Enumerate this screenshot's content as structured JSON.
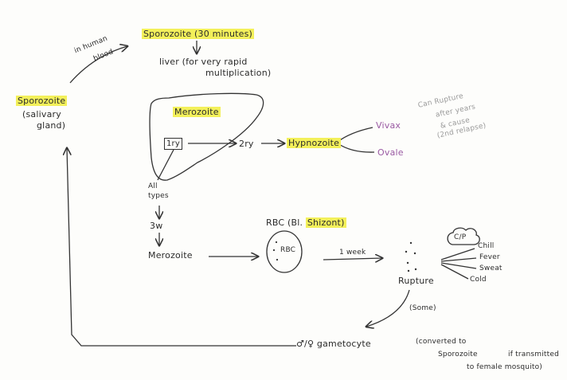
{
  "labels": {
    "sporozoite_top": "Sporozoite (30 minutes)",
    "in_human_blood_1": "in human",
    "in_human_blood_2": "blood",
    "liver_1": "liver (for very rapid",
    "liver_2": "multiplication)",
    "sporozoite_left": "Sporozoite",
    "salivary_1": "(salivary",
    "salivary_2": "gland)",
    "merozoite_in_liver": "Merozoite",
    "box_1ry": "1ry",
    "label_2ry": "2ry",
    "hypnozoite": "Hypnozoite",
    "vivax": "Vivax",
    "ovale": "Ovale",
    "can_rupture_1": "Can Rupture",
    "can_rupture_2": "after years",
    "can_rupture_3": "& cause",
    "can_rupture_4": "(2nd relapse)",
    "all_types_1": "All",
    "all_types_2": "types",
    "three_w": "3w",
    "merozoite_blood": "Merozoite",
    "rbc_title_prefix": "RBC (Bl.",
    "rbc_title_hl": "Shizont)",
    "rbc_inner": "RBC",
    "one_week": "1 week",
    "rupture": "Rupture",
    "cp": "C/P",
    "chill": "Chill",
    "fever": "Fever",
    "sweat": "Sweat",
    "cold": "Cold",
    "some": "(Some)",
    "gametocyte": "♂/♀ gametocyte",
    "converted_1": "(converted to",
    "converted_2": "Sporozoite",
    "converted_3": "if transmitted",
    "converted_4": "to female mosquito)"
  },
  "colors": {
    "highlight": "#f3f05a",
    "ink": "#2b2b2b",
    "purple": "#9a5aa3",
    "pencil": "#9b9b9b"
  }
}
